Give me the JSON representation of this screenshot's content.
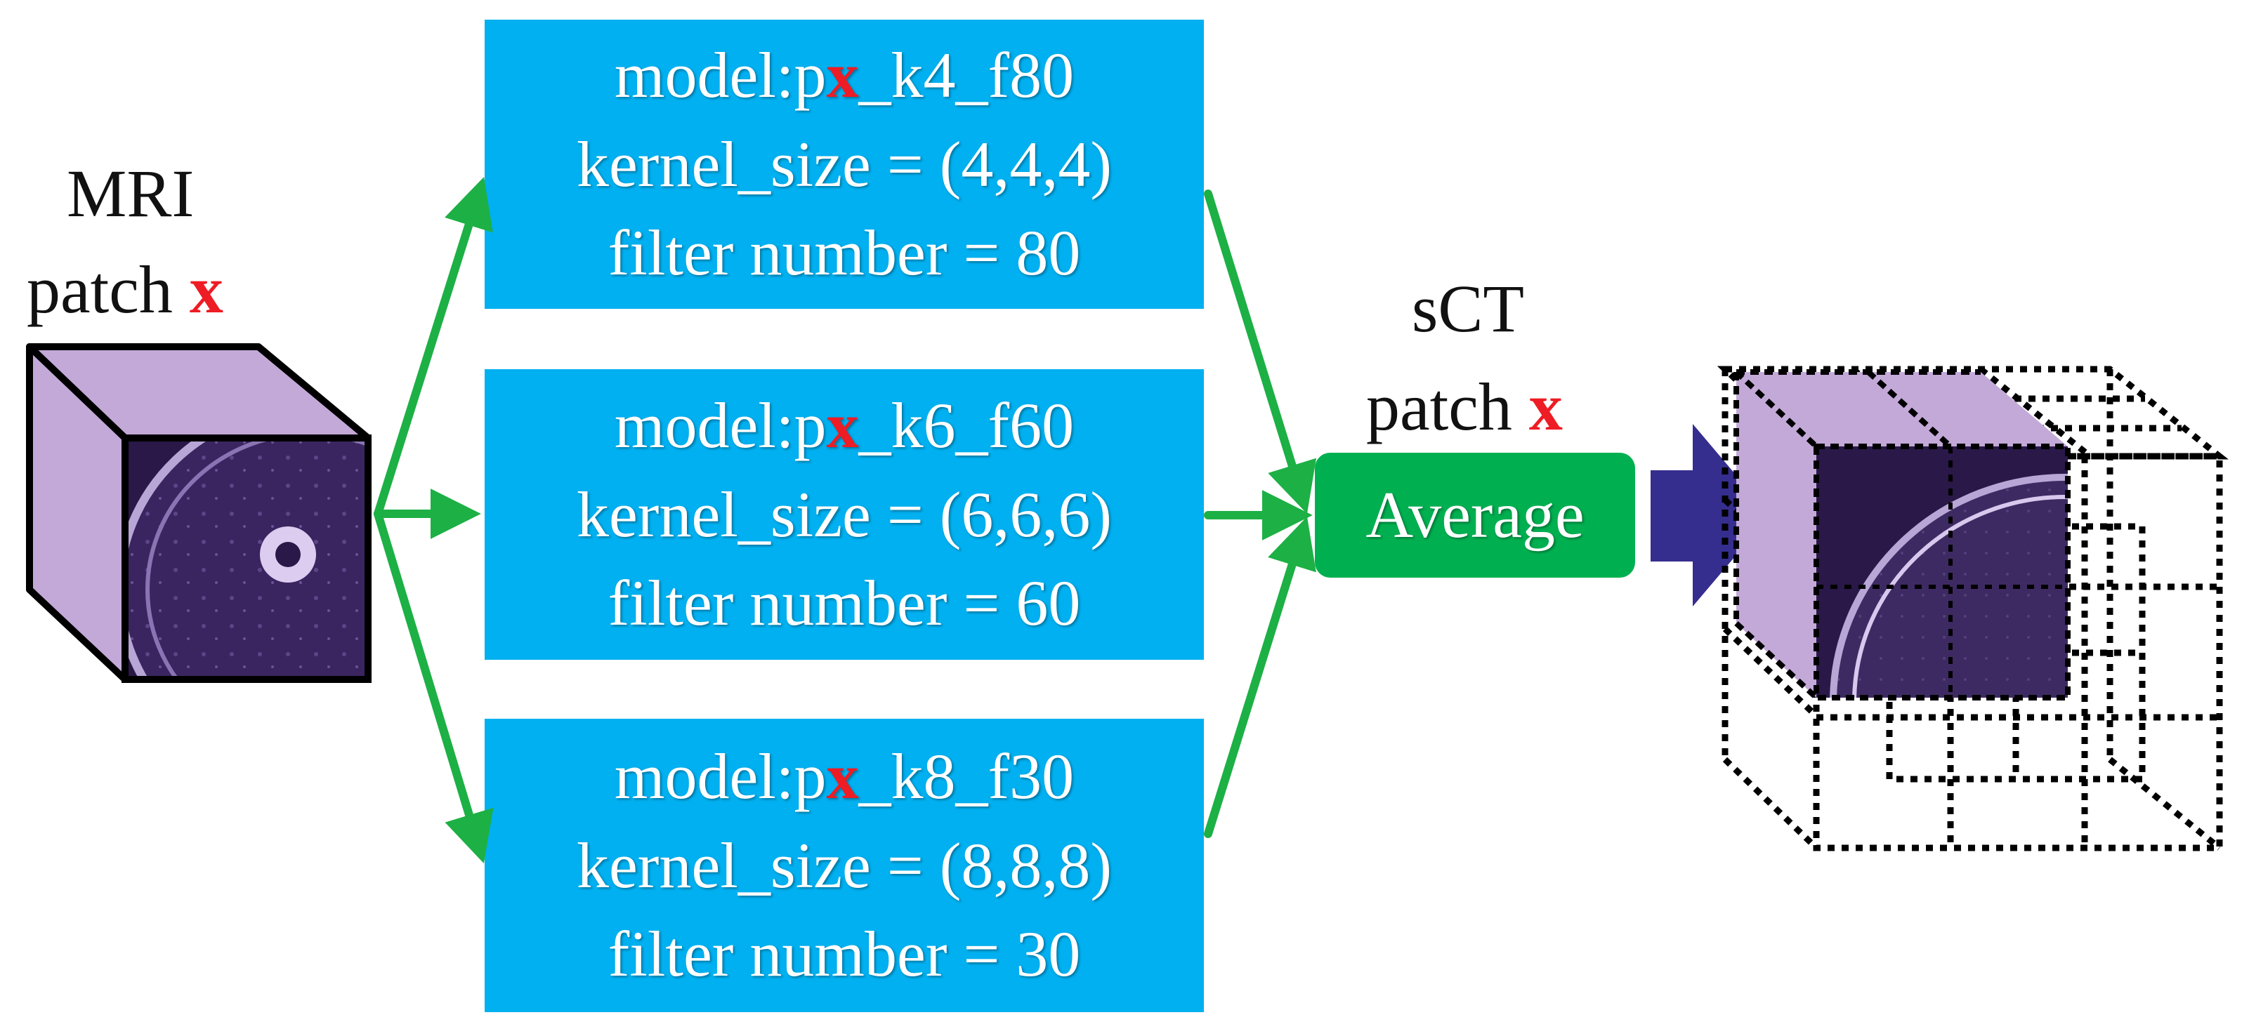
{
  "input": {
    "line1": "MRI",
    "line2_prefix": "patch",
    "line2_var": "x"
  },
  "models": [
    {
      "name_prefix": "model:p",
      "name_var": "x",
      "name_suffix": "_k4_f80",
      "kernel_text": "kernel_size = (4,4,4)",
      "filter_text": "filter number = 80"
    },
    {
      "name_prefix": "model:p",
      "name_var": "x",
      "name_suffix": "_k6_f60",
      "kernel_text": "kernel_size = (6,6,6)",
      "filter_text": "filter number = 60"
    },
    {
      "name_prefix": "model:p",
      "name_var": "x",
      "name_suffix": "_k8_f30",
      "kernel_text": "kernel_size = (8,8,8)",
      "filter_text": "filter number = 30"
    }
  ],
  "output": {
    "line1": "sCT",
    "line2_prefix": "patch",
    "line2_var": "x"
  },
  "average_label": "Average",
  "colors": {
    "model_box": "#00b0f0",
    "average_box": "#00b050",
    "arrows": "#1db045",
    "block_arrow": "#352e8e",
    "cube_face": "#c3a9d8",
    "cube_image": "#2a1848",
    "variable_text": "#ee1c24"
  }
}
